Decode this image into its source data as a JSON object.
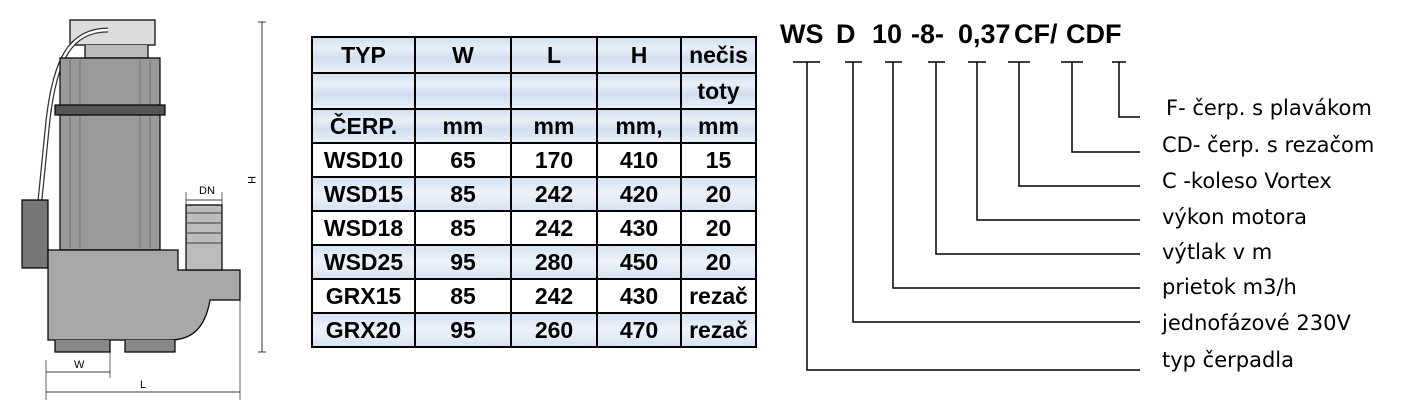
{
  "drawing": {
    "dim_dn": "DN",
    "dim_h": "H",
    "dim_w": "W",
    "dim_l": "L"
  },
  "table": {
    "header_row1": [
      "TYP",
      "W",
      "L",
      "H",
      "nečis"
    ],
    "header_row2": [
      "",
      "",
      "",
      "",
      "toty"
    ],
    "header_row3": [
      "ČERP.",
      "mm",
      "mm",
      "mm,",
      "mm"
    ],
    "rows": [
      [
        "WSD10",
        "65",
        "170",
        "410",
        "15"
      ],
      [
        "WSD15",
        "85",
        "242",
        "420",
        "20"
      ],
      [
        "WSD18",
        "85",
        "242",
        "430",
        "20"
      ],
      [
        "WSD25",
        "95",
        "280",
        "450",
        "20"
      ],
      [
        "GRX15",
        "85",
        "242",
        "430",
        "rezač"
      ],
      [
        "GRX20",
        "95",
        "260",
        "470",
        "rezač"
      ]
    ]
  },
  "code": {
    "parts": [
      "WS",
      "D",
      "10",
      "-8-",
      "0,37",
      "CF/",
      "CDF"
    ],
    "legend": [
      "F- čerp. s plavákom",
      "CD- čerp. s rezačom",
      "C -koleso Vortex",
      "výkon motora",
      "výtlak v m",
      "prietok m3/h",
      "jednofázové 230V",
      "typ čerpadla"
    ]
  }
}
